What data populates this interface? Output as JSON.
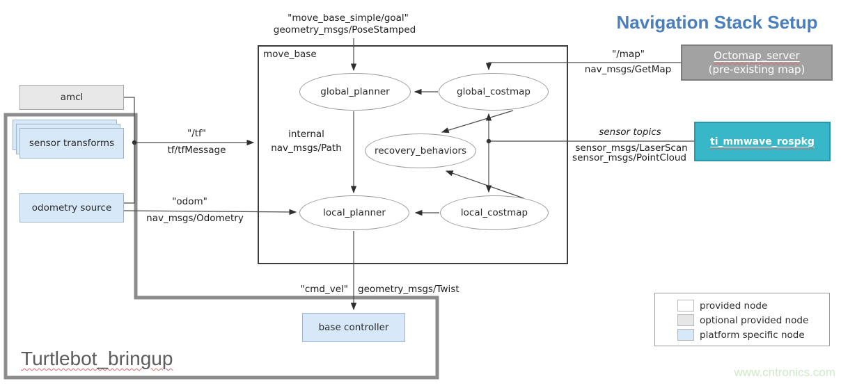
{
  "title": {
    "text": "Navigation Stack Setup"
  },
  "watermark": "www.cntronics.com",
  "containers": {
    "move_base_label": "move_base",
    "turtlebot_label": "Turtlebot_bringup"
  },
  "nodes": {
    "amcl": "amcl",
    "sensor_transforms": "sensor transforms",
    "odometry_source": "odometry source",
    "base_controller": "base controller",
    "octomap_line1": "Octomap_server",
    "octomap_line2": "(pre-existing map)",
    "ti_mmwave": "ti_mmwave_rospkg"
  },
  "ellipses": {
    "global_planner": "global_planner",
    "global_costmap": "global_costmap",
    "recovery_behaviors": "recovery_behaviors",
    "local_planner": "local_planner",
    "local_costmap": "local_costmap"
  },
  "edge_labels": {
    "goal_topic": "\"move_base_simple/goal\"",
    "goal_type": "geometry_msgs/PoseStamped",
    "map_topic": "\"/map\"",
    "map_type": "nav_msgs/GetMap",
    "tf_topic": "\"/tf\"",
    "tf_type": "tf/tfMessage",
    "internal_line1": "internal",
    "internal_line2": "nav_msgs/Path",
    "odom_topic": "\"odom\"",
    "odom_type": "nav_msgs/Odometry",
    "sensor_title": "sensor topics",
    "sensor_type1": "sensor_msgs/LaserScan",
    "sensor_type2": "sensor_msgs/PointCloud",
    "cmd_vel_topic": "\"cmd_vel\"",
    "cmd_vel_type": "geometry_msgs/Twist"
  },
  "legend": {
    "items": [
      {
        "label": "provided node",
        "swatch": "#ffffff"
      },
      {
        "label": "optional provided node",
        "swatch": "#e6e6e6"
      },
      {
        "label": "platform specific node",
        "swatch": "#d7e8f8"
      }
    ]
  },
  "colors": {
    "title": "#4a7ebd",
    "octomap_fill": "#a2a2a2",
    "ti_mmwave_fill": "#38b7c8",
    "platform_node_fill": "#d7e8f8",
    "optional_node_fill": "#e6e6e6",
    "watermark": "#cde9c5"
  }
}
